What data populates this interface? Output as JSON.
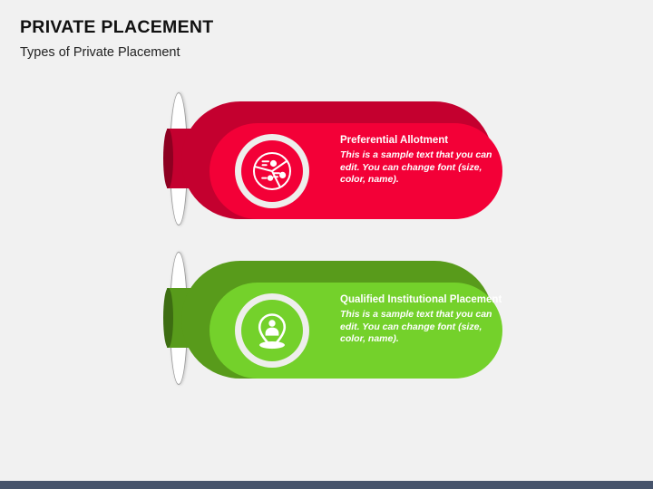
{
  "header": {
    "title": "PRIVATE PLACEMENT",
    "subtitle": "Types of Private Placement"
  },
  "theme": {
    "background": "#f1f1f1",
    "bottom_bar": "#46536b",
    "title_color": "#111111"
  },
  "cards": [
    {
      "id": "preferential-allotment",
      "heading": "Preferential Allotment",
      "body": "This is a sample text that you can edit. You can change font (size, color, name).",
      "icon": "pie-chart-segments-icon",
      "color_outer": "#c4002f",
      "color_inner": "#f30037",
      "color_ribbon_dark": "#8d0021",
      "text_color": "#ffffff"
    },
    {
      "id": "qualified-institutional-placement",
      "heading": "Qualified Institutional Placement",
      "body": "This is a sample text that you can edit. You can change font (size, color, name).",
      "icon": "map-pin-person-icon",
      "color_outer": "#589b1b",
      "color_inner": "#74d12b",
      "color_ribbon_dark": "#3d6d12",
      "text_color": "#ffffff"
    }
  ]
}
